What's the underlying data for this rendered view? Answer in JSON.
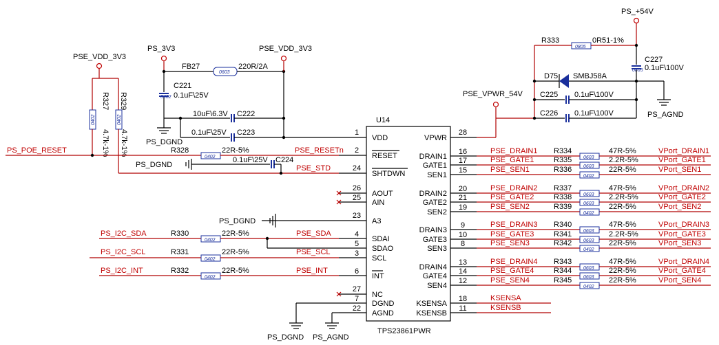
{
  "chip": {
    "ref": "U14",
    "part": "TPS23861PWR",
    "left_pins": [
      {
        "num": "1",
        "name": "VDD"
      },
      {
        "num": "2",
        "name": "RESET"
      },
      {
        "num": "24",
        "name": "SHTDWN"
      },
      {
        "num": "26",
        "name": "AOUT"
      },
      {
        "num": "25",
        "name": "AIN"
      },
      {
        "num": "23",
        "name": "A3"
      },
      {
        "num": "4",
        "name": "SDAI"
      },
      {
        "num": "5",
        "name": "SDAO"
      },
      {
        "num": "3",
        "name": "SCL"
      },
      {
        "num": "6",
        "name": "INT"
      },
      {
        "num": "27",
        "name": "NC"
      },
      {
        "num": "7",
        "name": "DGND"
      },
      {
        "num": "22",
        "name": "AGND"
      }
    ],
    "right_pins": [
      {
        "num": "28",
        "name": "VPWR"
      },
      {
        "num": "16",
        "name": "DRAIN1"
      },
      {
        "num": "17",
        "name": "GATE1"
      },
      {
        "num": "15",
        "name": "SEN1"
      },
      {
        "num": "20",
        "name": "DRAIN2"
      },
      {
        "num": "21",
        "name": "GATE2"
      },
      {
        "num": "19",
        "name": "SEN2"
      },
      {
        "num": "9",
        "name": "DRAIN3"
      },
      {
        "num": "10",
        "name": "GATE3"
      },
      {
        "num": "8",
        "name": "SEN3"
      },
      {
        "num": "13",
        "name": "DRAIN4"
      },
      {
        "num": "14",
        "name": "GATE4"
      },
      {
        "num": "12",
        "name": "SEN4"
      },
      {
        "num": "18",
        "name": "KSENSA"
      },
      {
        "num": "11",
        "name": "KSENSB"
      }
    ]
  },
  "nets": {
    "pse_vdd_3v3_left": "PSE_VDD_3V3",
    "ps_3v3": "PS_3V3",
    "pse_vdd_3v3_top": "PSE_VDD_3V3",
    "ps_54v": "PS_+54V",
    "pse_vpwr_54v": "PSE_VPWR_54V",
    "ps_poe_reset": "PS_POE_RESET",
    "ps_dgnd_cap": "PS_DGND",
    "ps_dgnd_c224": "PS_DGND",
    "ps_dgnd_a3": "PS_DGND",
    "ps_dgnd_bottom": "PS_DGND",
    "ps_agnd_bottom": "PS_AGND",
    "ps_agnd_right": "PS_AGND",
    "pse_resetn": "PSE_RESETn",
    "pse_std": "PSE_STD",
    "ps_i2c_sda": "PS_I2C_SDA",
    "ps_i2c_scl": "PS_I2C_SCL",
    "ps_i2c_int": "PS_I2C_INT",
    "pse_sda": "PSE_SDA",
    "pse_scl": "PSE_SCL",
    "pse_int": "PSE_INT"
  },
  "components": {
    "r327": {
      "ref": "R327",
      "value": "4.7k-1%",
      "pkg": "0402"
    },
    "r329": {
      "ref": "R329",
      "value": "4.7k-1%",
      "pkg": "0402"
    },
    "fb27": {
      "ref": "FB27",
      "value": "220R/2A",
      "pkg": "0603"
    },
    "c221": {
      "ref": "C221",
      "value": "0.1uF\\25V",
      "pkg": "0402"
    },
    "c222": {
      "ref": "C222",
      "value": "10uF\\6.3V"
    },
    "c223": {
      "ref": "C223",
      "value": "0.1uF\\25V"
    },
    "c224": {
      "ref": "C224",
      "value": "0.1uF\\25V"
    },
    "r328": {
      "ref": "R328",
      "value": "22R-5%",
      "pkg": "0402"
    },
    "r330": {
      "ref": "R330",
      "value": "22R-5%",
      "pkg": "0402"
    },
    "r331": {
      "ref": "R331",
      "value": "22R-5%",
      "pkg": "0402"
    },
    "r332": {
      "ref": "R332",
      "value": "22R-5%",
      "pkg": "0402"
    },
    "r333": {
      "ref": "R333",
      "value": "0R51-1%",
      "pkg": "0805"
    },
    "c227": {
      "ref": "C227",
      "value": "0.1uF\\100V",
      "pkg": "0805"
    },
    "d75": {
      "ref": "D75",
      "value": "SMBJ58A"
    },
    "c225": {
      "ref": "C225",
      "value": "0.1uF\\100V"
    },
    "c226": {
      "ref": "C226",
      "value": "0.1uF\\100V"
    }
  },
  "ports": [
    {
      "net": "PSE_DRAIN1",
      "ref": "R334",
      "value": "47R-5%",
      "pkg": "0603",
      "out": "VPort_DRAIN1"
    },
    {
      "net": "PSE_GATE1",
      "ref": "R335",
      "value": "2.2R-5%",
      "pkg": "0603",
      "out": "VPort_GATE1"
    },
    {
      "net": "PSE_SEN1",
      "ref": "R336",
      "value": "22R-5%",
      "pkg": "0402",
      "out": "VPort_SEN1"
    },
    {
      "net": "PSE_DRAIN2",
      "ref": "R337",
      "value": "47R-5%",
      "pkg": "0603",
      "out": "VPort_DRAIN2"
    },
    {
      "net": "PSE_GATE2",
      "ref": "R338",
      "value": "2.2R-5%",
      "pkg": "0603",
      "out": "VPort_GATE2"
    },
    {
      "net": "PSE_SEN2",
      "ref": "R339",
      "value": "22R-5%",
      "pkg": "0402",
      "out": "VPort_SEN2"
    },
    {
      "net": "PSE_DRAIN3",
      "ref": "R340",
      "value": "47R-5%",
      "pkg": "0603",
      "out": "VPort_DRAIN3"
    },
    {
      "net": "PSE_GATE3",
      "ref": "R341",
      "value": "2.2R-5%",
      "pkg": "0603",
      "out": "VPort_GATE3"
    },
    {
      "net": "PSE_SEN3",
      "ref": "R342",
      "value": "22R-5%",
      "pkg": "0402",
      "out": "VPort_SEN3"
    },
    {
      "net": "PSE_DRAIN4",
      "ref": "R343",
      "value": "47R-5%",
      "pkg": "0603",
      "out": "VPort_DRAIN4"
    },
    {
      "net": "PSE_GATE4",
      "ref": "R344",
      "value": "22R-5%",
      "pkg": "0603",
      "out": "VPort_GATE4"
    },
    {
      "net": "PSE_SEN4",
      "ref": "R345",
      "value": "22R-5%",
      "pkg": "0402",
      "out": "VPort_SEN4"
    }
  ],
  "ksense": {
    "a": "KSENSA",
    "b": "KSENSB"
  }
}
